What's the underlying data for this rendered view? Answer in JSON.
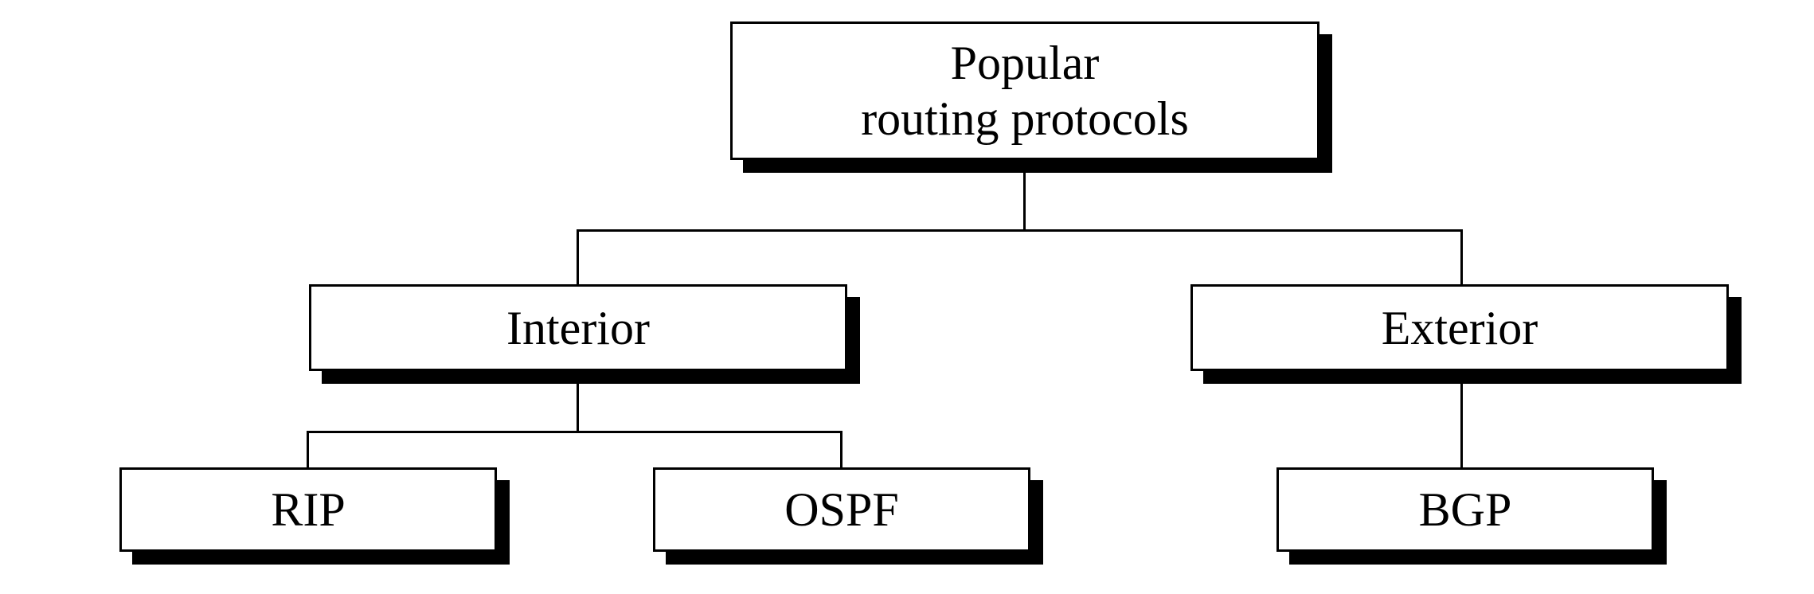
{
  "diagram": {
    "type": "tree",
    "nodes": {
      "root": {
        "line1": "Popular",
        "line2": "routing protocols"
      },
      "interior": {
        "label": "Interior"
      },
      "exterior": {
        "label": "Exterior"
      },
      "rip": {
        "label": "RIP"
      },
      "ospf": {
        "label": "OSPF"
      },
      "bgp": {
        "label": "BGP"
      }
    },
    "hierarchy": {
      "root": "Popular routing protocols",
      "children": [
        {
          "name": "Interior",
          "children": [
            "RIP",
            "OSPF"
          ]
        },
        {
          "name": "Exterior",
          "children": [
            "BGP"
          ]
        }
      ]
    },
    "colors": {
      "background": "#ffffff",
      "box_fill": "#ffffff",
      "box_border": "#000000",
      "shadow": "#000000",
      "connector": "#000000",
      "text": "#000000"
    }
  }
}
